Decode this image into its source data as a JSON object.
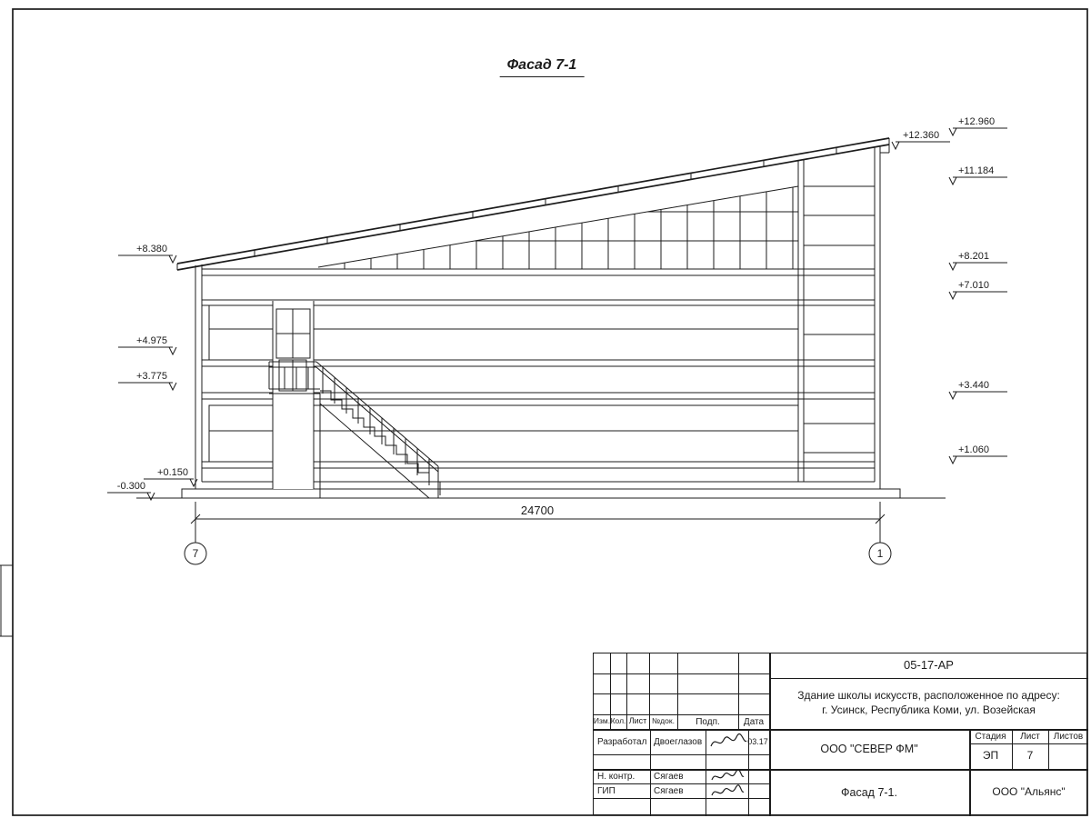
{
  "sheet": {
    "bg": "#ffffff",
    "ink": "#1c1c1c"
  },
  "drawing": {
    "title": "Фасад 7-1",
    "dimension_total": "24700",
    "axis_left": "7",
    "axis_right": "1",
    "elevations_left": [
      {
        "value": "+8.380"
      },
      {
        "value": "+4.975"
      },
      {
        "value": "+3.775"
      },
      {
        "value": "+0.150"
      },
      {
        "value": "-0.300"
      }
    ],
    "elevations_right": [
      {
        "value": "+12.360"
      },
      {
        "value": "+12.960"
      },
      {
        "value": "+11.184"
      },
      {
        "value": "+8.201"
      },
      {
        "value": "+7.010"
      },
      {
        "value": "+3.440"
      },
      {
        "value": "+1.060"
      }
    ]
  },
  "title_block": {
    "doc_number": "05-17-АР",
    "project_line1": "Здание школы искусств, расположенное по адресу:",
    "project_line2": "г. Усинск, Республика Коми, ул. Возейская",
    "columns": {
      "izm": "Изм.",
      "kol": "Кол.",
      "list": "Лист",
      "ndok": "№док.",
      "podp": "Подп.",
      "data": "Дата"
    },
    "rows": [
      {
        "role": "Разработал",
        "name": "Двоеглазов",
        "date": "03.17"
      },
      {
        "role": "Н. контр.",
        "name": "Сягаев",
        "date": ""
      },
      {
        "role": "ГИП",
        "name": "Сягаев",
        "date": ""
      }
    ],
    "company": "ООО \"СЕВЕР ФМ\"",
    "drawing_name": "Фасад 7-1.",
    "contractor": "ООО \"Альянс\"",
    "stage_label": "Стадия",
    "sheet_label": "Лист",
    "sheets_label": "Листов",
    "stage": "ЭП",
    "sheet_number": "7",
    "sheets_total": ""
  }
}
